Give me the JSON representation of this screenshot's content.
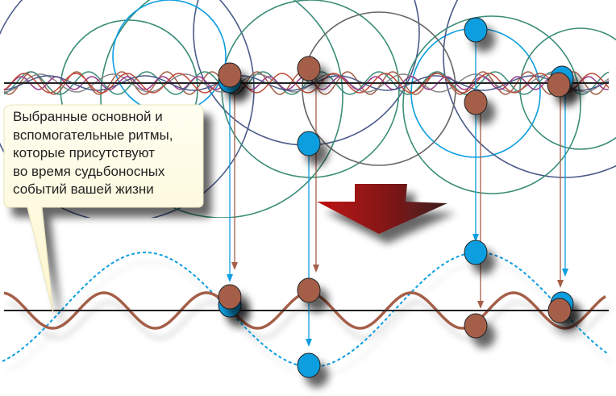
{
  "callout": {
    "lines": [
      "Выбранные основной и",
      "вспомогательные ритмы,",
      "которые присутствуют",
      "во время судьбоносных",
      "событий вашей жизни"
    ]
  },
  "colors": {
    "blue": "#0c9ee0",
    "brown": "#a55f48",
    "teal": "#3a8c78",
    "navy": "#4a5a8a",
    "callout_fill": "#fffbd9",
    "arrow": "#a01818"
  }
}
